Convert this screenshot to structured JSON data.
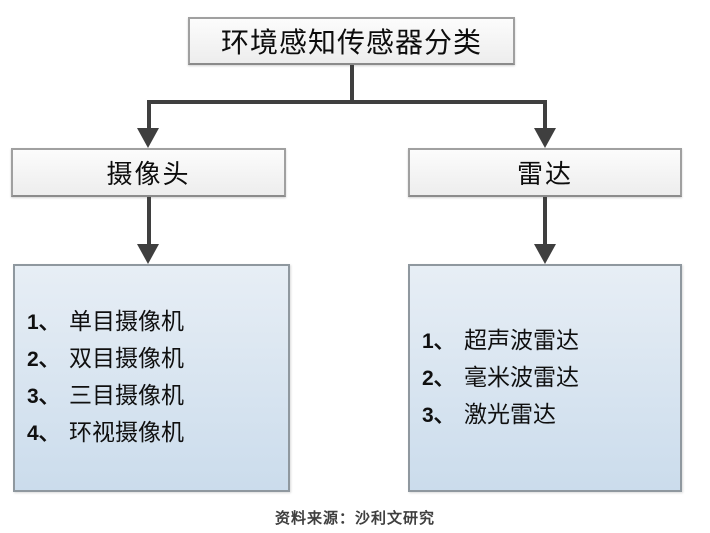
{
  "diagram": {
    "root_label": "环境感知传感器分类",
    "branches": [
      {
        "header": "摄像头",
        "items": [
          {
            "num": "1、",
            "label": "单目摄像机"
          },
          {
            "num": "2、",
            "label": "双目摄像机"
          },
          {
            "num": "3、",
            "label": "三目摄像机"
          },
          {
            "num": "4、",
            "label": "环视摄像机"
          }
        ]
      },
      {
        "header": "雷达",
        "items": [
          {
            "num": "1、",
            "label": "超声波雷达"
          },
          {
            "num": "2、",
            "label": "毫米波雷达"
          },
          {
            "num": "3、",
            "label": "激光雷达"
          }
        ]
      }
    ],
    "source_note": "资料来源：沙利文研究"
  },
  "colors": {
    "connector": "#3f3f3f",
    "box-border": "#a0a0a0",
    "gray-top": "#fcfcfc",
    "gray-bottom": "#ededed",
    "blue-top": "#e7eef5",
    "blue-bottom": "#cbdcec",
    "text": "#0d0d0d",
    "source-text": "#3f3f3f"
  }
}
